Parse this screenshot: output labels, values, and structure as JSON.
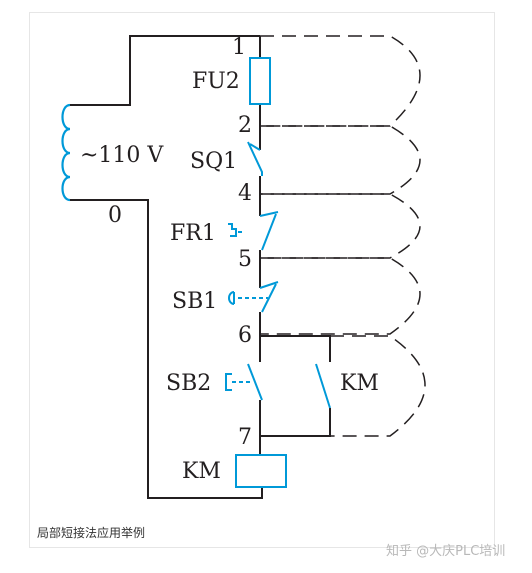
{
  "diagram": {
    "supply_label": "~110 V",
    "neutral_label": "0",
    "nodes": [
      "1",
      "2",
      "4",
      "5",
      "6",
      "7"
    ],
    "components": {
      "fuse": "FU2",
      "limit_switch": "SQ1",
      "thermal_relay": "FR1",
      "stop_button": "SB1",
      "start_button": "SB2",
      "aux_contact": "KM",
      "coil": "KM"
    },
    "colors": {
      "line": "#231f20",
      "component_blue": "#0099d8"
    }
  },
  "caption": "局部短接法应用举例",
  "watermark": "知乎 @大庆PLC培训"
}
